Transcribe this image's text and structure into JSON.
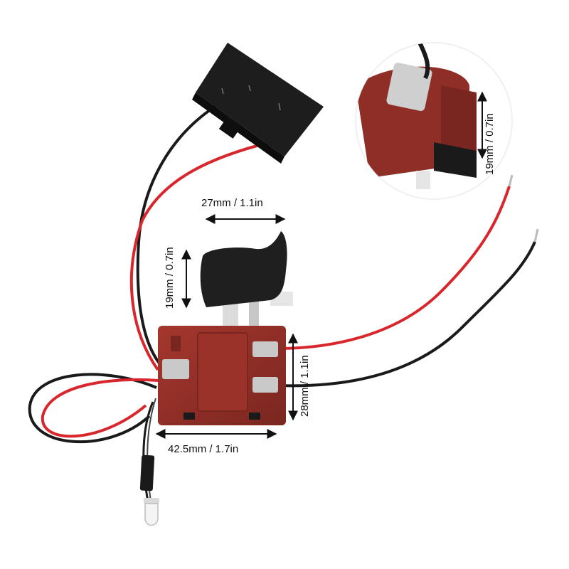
{
  "image": {
    "colors": {
      "background": "#ffffff",
      "switch_body": "#8f2e26",
      "trigger": "#1f1f1f",
      "wire_red": "#d8262c",
      "wire_black": "#1a1a1a",
      "terminal": "#c9c9c9",
      "arrow": "#111111"
    }
  },
  "dimensions": {
    "top_width": "27mm / 1.1in",
    "switch_width": "42.5mm / 1.7in",
    "trigger_height": "19mm / 0.7in",
    "body_height": "28mm / 1.1in",
    "inset_height": "19mm / 0.7in"
  }
}
